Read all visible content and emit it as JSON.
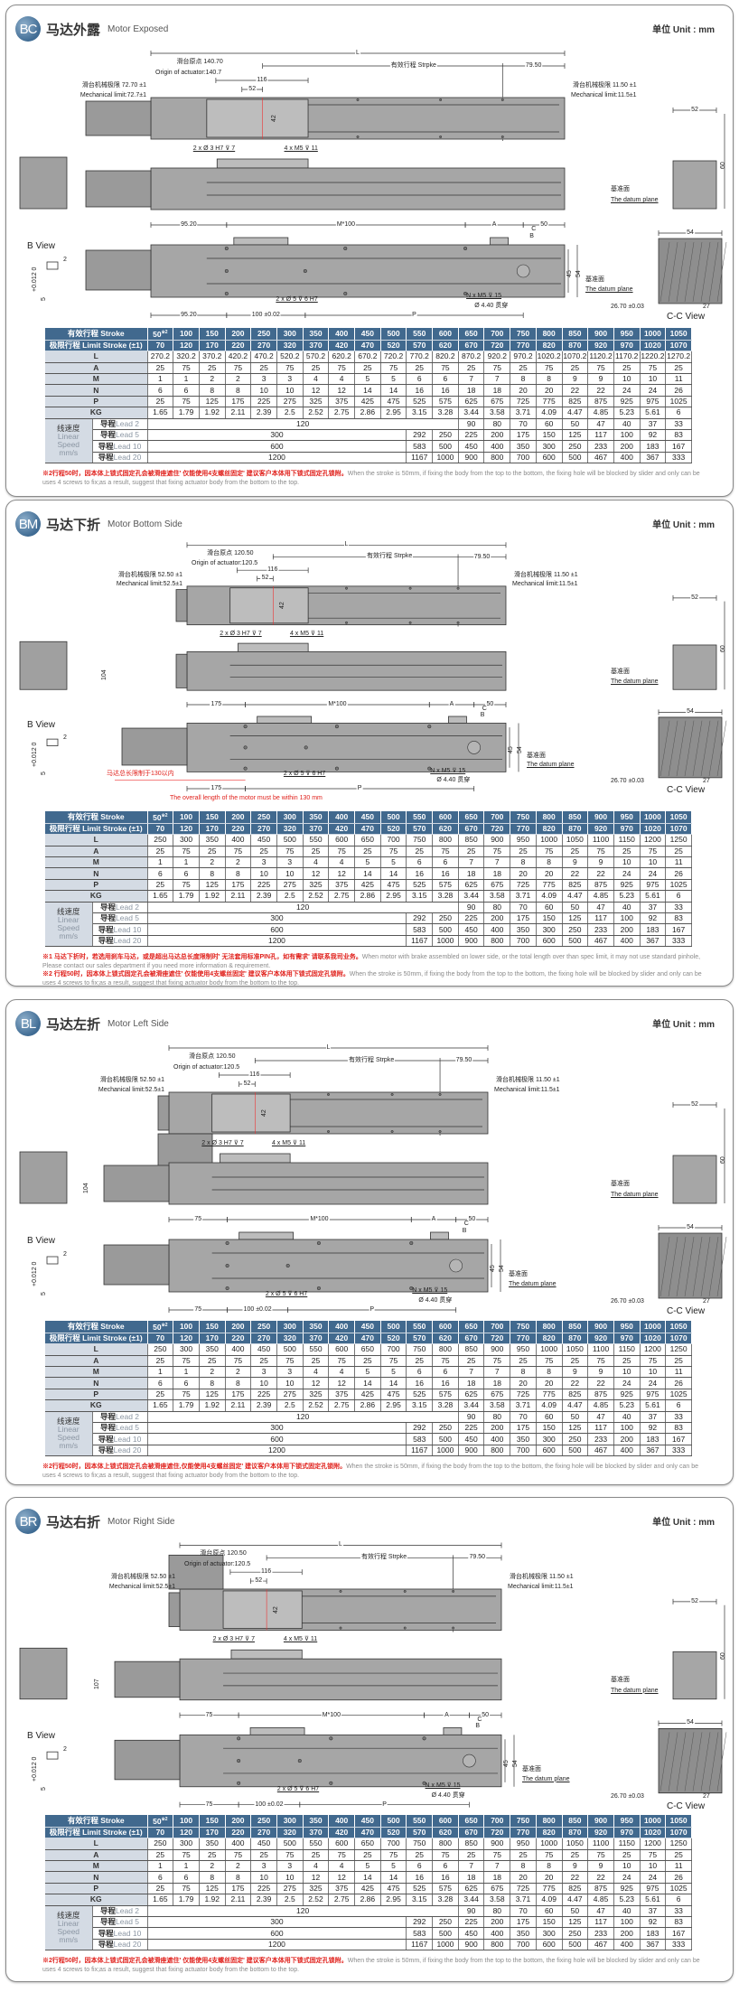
{
  "unit_label": "单位 Unit : mm",
  "table": {
    "stroke_header": "有效行程 Stroke",
    "limit_header": "极限行程 Limit Stroke (±1)",
    "stroke_note_mark": "※2",
    "strokes": [
      "50",
      "100",
      "150",
      "200",
      "250",
      "300",
      "350",
      "400",
      "450",
      "500",
      "550",
      "600",
      "650",
      "700",
      "750",
      "800",
      "850",
      "900",
      "950",
      "1000",
      "1050"
    ],
    "limits": [
      "70",
      "120",
      "170",
      "220",
      "270",
      "320",
      "370",
      "420",
      "470",
      "520",
      "570",
      "620",
      "670",
      "720",
      "770",
      "820",
      "870",
      "920",
      "970",
      "1020",
      "1070"
    ],
    "L_label": "L",
    "rows": [
      {
        "label": "A",
        "values": [
          "25",
          "75",
          "25",
          "75",
          "25",
          "75",
          "25",
          "75",
          "25",
          "75",
          "25",
          "75",
          "25",
          "75",
          "25",
          "75",
          "25",
          "75",
          "25",
          "75",
          "25"
        ]
      },
      {
        "label": "M",
        "values": [
          "1",
          "1",
          "2",
          "2",
          "3",
          "3",
          "4",
          "4",
          "5",
          "5",
          "6",
          "6",
          "7",
          "7",
          "8",
          "8",
          "9",
          "9",
          "10",
          "10",
          "11"
        ]
      },
      {
        "label": "N",
        "values": [
          "6",
          "6",
          "8",
          "8",
          "10",
          "10",
          "12",
          "12",
          "14",
          "14",
          "16",
          "16",
          "18",
          "18",
          "20",
          "20",
          "22",
          "22",
          "24",
          "24",
          "26"
        ]
      },
      {
        "label": "P",
        "values": [
          "25",
          "75",
          "125",
          "175",
          "225",
          "275",
          "325",
          "375",
          "425",
          "475",
          "525",
          "575",
          "625",
          "675",
          "725",
          "775",
          "825",
          "875",
          "925",
          "975",
          "1025"
        ]
      },
      {
        "label": "KG",
        "values": [
          "1.65",
          "1.79",
          "1.92",
          "2.11",
          "2.39",
          "2.5",
          "2.52",
          "2.75",
          "2.86",
          "2.95",
          "3.15",
          "3.28",
          "3.44",
          "3.58",
          "3.71",
          "4.09",
          "4.47",
          "4.85",
          "5.23",
          "5.61",
          "6"
        ]
      }
    ],
    "speed_label": {
      "cn": "线速度",
      "en1": "Linear",
      "en2": "Speed",
      "unit": "mm/s"
    },
    "leads": [
      {
        "cn": "导程",
        "en": "Lead 2",
        "merged": "120",
        "values": [
          "90",
          "80",
          "70",
          "60",
          "50",
          "47",
          "40",
          "37",
          "33"
        ]
      },
      {
        "cn": "导程",
        "en": "Lead 5",
        "merged": "300",
        "values": [
          "292",
          "250",
          "225",
          "200",
          "175",
          "150",
          "125",
          "117",
          "100",
          "92",
          "83"
        ]
      },
      {
        "cn": "导程",
        "en": "Lead 10",
        "merged": "600",
        "values": [
          "583",
          "500",
          "450",
          "400",
          "350",
          "300",
          "250",
          "233",
          "200",
          "183",
          "167"
        ]
      },
      {
        "cn": "导程",
        "en": "Lead 20",
        "merged": "1200",
        "values": [
          "1167",
          "1000",
          "900",
          "800",
          "700",
          "600",
          "500",
          "467",
          "400",
          "367",
          "333"
        ]
      }
    ]
  },
  "sections": [
    {
      "badge": "BC",
      "title_cn": "马达外露",
      "title_en": "Motor Exposed",
      "table_L": [
        "270.2",
        "320.2",
        "370.2",
        "420.2",
        "470.2",
        "520.2",
        "570.2",
        "620.2",
        "670.2",
        "720.2",
        "770.2",
        "820.2",
        "870.2",
        "920.2",
        "970.2",
        "1020.2",
        "1070.2",
        "1120.2",
        "1170.2",
        "1220.2",
        "1270.2"
      ],
      "drawing": {
        "L": "L",
        "origin_cn": "滑台原点 140.70",
        "origin_en": "Origin of actuator:140.7",
        "stroke": "有效行程 Strpke",
        "end_offset": "79.50",
        "d116": "116",
        "d52": "52",
        "d42": "42",
        "limit_left_cn": "滑台机械极限 72.70 ±1",
        "limit_left_en": "Mechanical limit:72.7±1",
        "limit_right_cn": "滑台机械极限 11.50 ±1",
        "limit_right_en": "Mechanical limit:11.5±1",
        "pin_holes": "2 x Ø 3 H7 ⊽ 7",
        "screws_top": "4 x M5 ⊽ 11",
        "end_w": "52",
        "end_h": "60",
        "datum_cn": "基准面",
        "datum_en": "The datum plane",
        "first_pitch": "95.20",
        "pitch": "M*100",
        "A": "A",
        "d50": "50",
        "b_view": "B View",
        "tol": "+0.012 0",
        "d5": "5",
        "d2": "2",
        "dowel": "2 x Ø 5 ⊽ 6 H7",
        "n_screws": "N x M5 ⊽ 15",
        "thru": "Ø 4.40 贯穿",
        "C": "C",
        "B": "B",
        "d45": "45",
        "d54": "54",
        "first_pitch_b": "95.20",
        "pin_pitch": "100 ±0.02",
        "P": "P",
        "cc_w": "54",
        "cc_offset": "26.70 ±0.03",
        "cc_27": "27",
        "cc_title": "C-C View"
      },
      "notes": [
        {
          "cn": "※2行程50时，因本体上锁式固定孔会被滑座遮住' 仅能使用4支螺丝固定' 建议客户本体用下锁式固定孔锁附。",
          "en": "When the stroke is 50mm, if fixing the body from the top to the bottom, the fixing hole will be blocked by slider and only can be uses 4 screws to fix;as a result, suggest that fixing actuator body from the bottom to the top."
        }
      ]
    },
    {
      "badge": "BM",
      "title_cn": "马达下折",
      "title_en": "Motor Bottom Side",
      "table_L": [
        "250",
        "300",
        "350",
        "400",
        "450",
        "500",
        "550",
        "600",
        "650",
        "700",
        "750",
        "800",
        "850",
        "900",
        "950",
        "1000",
        "1050",
        "1100",
        "1150",
        "1200",
        "1250"
      ],
      "drawing": {
        "L": "L",
        "origin_cn": "滑台原点 120.50",
        "origin_en": "Origin of actuator:120.5",
        "stroke": "有效行程 Strpke",
        "end_offset": "79.50",
        "d116": "116",
        "d52": "52",
        "d42": "42",
        "motor_h": "104",
        "limit_left_cn": "滑台机械极限 52.50 ±1",
        "limit_left_en": "Mechanical limit:52.5±1",
        "limit_right_cn": "滑台机械极限 11.50 ±1",
        "limit_right_en": "Mechanical limit:11.5±1",
        "pin_holes": "2 x Ø 3 H7 ⊽ 7",
        "screws_top": "4 x M5 ⊽ 11",
        "end_w": "52",
        "end_h": "60",
        "datum_cn": "基准面",
        "datum_en": "The datum plane",
        "first_pitch": "175",
        "pitch": "M*100",
        "A": "A",
        "d50": "50",
        "b_view": "B View",
        "tol": "+0.012 0",
        "d5": "5",
        "d2": "2",
        "dowel": "2 x Ø 5 ⊽ 6 H7",
        "n_screws": "N x M5 ⊽ 15",
        "thru": "Ø 4.40 贯穿",
        "C": "C",
        "B": "B",
        "d45": "45",
        "d54": "54",
        "first_pitch_b": "175",
        "P": "P",
        "motor_limit_cn": "马达总长限制于130以内",
        "motor_limit_en": "The overall length of the motor must be within 130 mm",
        "cc_w": "54",
        "cc_offset": "26.70 ±0.03",
        "cc_27": "27",
        "cc_title": "C-C View"
      },
      "notes": [
        {
          "cn": "※1 马达下折时，若选用刹车马达，或是超出马达总长度限制时' 无法套用标准PIN孔，如有需求' 请联系我司业务。",
          "en": "When motor with brake assembled on lower side, or the total length over than spec limit, it may not use standard pinhole, Please contact our sales department if you need more information & requirement."
        },
        {
          "cn": "※2 行程50时，因本体上锁式固定孔会被滑座遮住' 仅能使用4支螺丝固定' 建议客户本体用下锁式固定孔锁附。",
          "en": "When the stroke is 50mm, if fixing the body from the top to the bottom, the fixing hole will be blocked by slider and only can be uses 4 screws to fix;as a result, suggest that fixing actuator body from the bottom to the top."
        }
      ]
    },
    {
      "badge": "BL",
      "title_cn": "马达左折",
      "title_en": "Motor Left Side",
      "table_L": [
        "250",
        "300",
        "350",
        "400",
        "450",
        "500",
        "550",
        "600",
        "650",
        "700",
        "750",
        "800",
        "850",
        "900",
        "950",
        "1000",
        "1050",
        "1100",
        "1150",
        "1200",
        "1250"
      ],
      "drawing": {
        "L": "L",
        "origin_cn": "滑台原点 120.50",
        "origin_en": "Origin of actuator:120.5",
        "stroke": "有效行程 Strpke",
        "end_offset": "79.50",
        "d116": "116",
        "d52": "52",
        "d42": "42",
        "motor_h": "104",
        "limit_left_cn": "滑台机械极限 52.50 ±1",
        "limit_left_en": "Mechanical limit:52.5±1",
        "limit_right_cn": "滑台机械极限 11.50 ±1",
        "limit_right_en": "Mechanical limit:11.5±1",
        "pin_holes": "2 x Ø 3 H7 ⊽ 7",
        "screws_top": "4 x M5 ⊽ 11",
        "end_w": "52",
        "end_h": "60",
        "datum_cn": "基准面",
        "datum_en": "The datum plane",
        "first_pitch": "75",
        "pitch": "M*100",
        "A": "A",
        "d50": "50",
        "b_view": "B View",
        "tol": "+0.012 0",
        "d5": "5",
        "d2": "2",
        "dowel": "2 x Ø 5 ⊽ 6 H7",
        "n_screws": "N x M5 ⊽ 15",
        "thru": "Ø 4.40 贯穿",
        "C": "C",
        "B": "B",
        "d45": "45",
        "d54": "54",
        "first_pitch_b": "75",
        "pin_pitch": "100 ±0.02",
        "P": "P",
        "cc_w": "54",
        "cc_offset": "26.70 ±0.03",
        "cc_27": "27",
        "cc_title": "C-C View"
      },
      "notes": [
        {
          "cn": "※2行程50时，因本体上锁式固定孔会被滑座遮住,仅能使用4支螺丝固定' 建议客户本体用下锁式固定孔锁附。",
          "en": "When the stroke is 50mm, if fixing the body from the top to the bottom, the fixing hole will be blocked by slider and only can be uses 4 screws to fix;as a result, suggest that fixing actuator body from the bottom to the top."
        }
      ]
    },
    {
      "badge": "BR",
      "title_cn": "马达右折",
      "title_en": "Motor Right Side",
      "table_L": [
        "250",
        "300",
        "350",
        "400",
        "450",
        "500",
        "550",
        "600",
        "650",
        "700",
        "750",
        "800",
        "850",
        "900",
        "950",
        "1000",
        "1050",
        "1100",
        "1150",
        "1200",
        "1250"
      ],
      "drawing": {
        "L": "L",
        "origin_cn": "滑台原点 120.50",
        "origin_en": "Origin of actuator:120.5",
        "stroke": "有效行程 Strpke",
        "end_offset": "79.50",
        "d116": "116",
        "d52": "52",
        "d42": "42",
        "motor_h": "107",
        "limit_left_cn": "滑台机械极限 52.50 ±1",
        "limit_left_en": "Mechanical limit:52.5±1",
        "limit_right_cn": "滑台机械极限 11.50 ±1",
        "limit_right_en": "Mechanical limit:11.5±1",
        "pin_holes": "2 x Ø 3 H7 ⊽ 7",
        "screws_top": "4 x M5 ⊽ 11",
        "end_w": "52",
        "end_h": "60",
        "datum_cn": "基准面",
        "datum_en": "The datum plane",
        "first_pitch": "75",
        "pitch": "M*100",
        "A": "A",
        "d50": "50",
        "b_view": "B View",
        "tol": "+0.012 0",
        "d5": "5",
        "d2": "2",
        "dowel": "2 x Ø 5 ⊽ 6 H7",
        "n_screws": "N x M5 ⊽ 15",
        "thru": "Ø 4.40 贯穿",
        "C": "C",
        "B": "B",
        "d45": "45",
        "d54": "54",
        "first_pitch_b": "75",
        "pin_pitch": "100 ±0.02",
        "P": "P",
        "cc_w": "54",
        "cc_offset": "26.70 ±0.03",
        "cc_27": "27",
        "cc_title": "C-C View"
      },
      "notes": [
        {
          "cn": "※2行程50时，因本体上锁式固定孔会被滑座遮住' 仅能使用4支螺丝固定' 建议客户本体用下锁式固定孔锁附。",
          "en": "When the stroke is 50mm, if fixing the body from the top to the bottom, the fixing hole will be blocked by slider and only can be uses 4 screws to fix;as a result, suggest that fixing actuator body from the bottom to the top."
        }
      ]
    }
  ]
}
